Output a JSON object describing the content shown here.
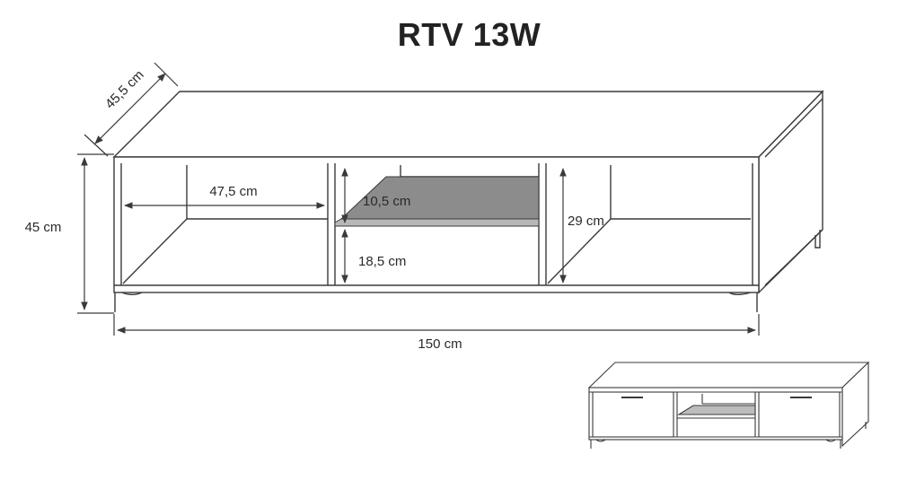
{
  "title": "RTV 13W",
  "dimensions": {
    "depth": "45,5 cm",
    "height": "45 cm",
    "width": "150 cm",
    "left_compartment_width": "47,5 cm",
    "middle_upper_height": "10,5 cm",
    "middle_lower_height": "18,5 cm",
    "right_compartment_height": "29 cm"
  },
  "colors": {
    "line": "#3a3a3a",
    "shelf_glass": "#8c8c8c",
    "background": "#ffffff"
  }
}
